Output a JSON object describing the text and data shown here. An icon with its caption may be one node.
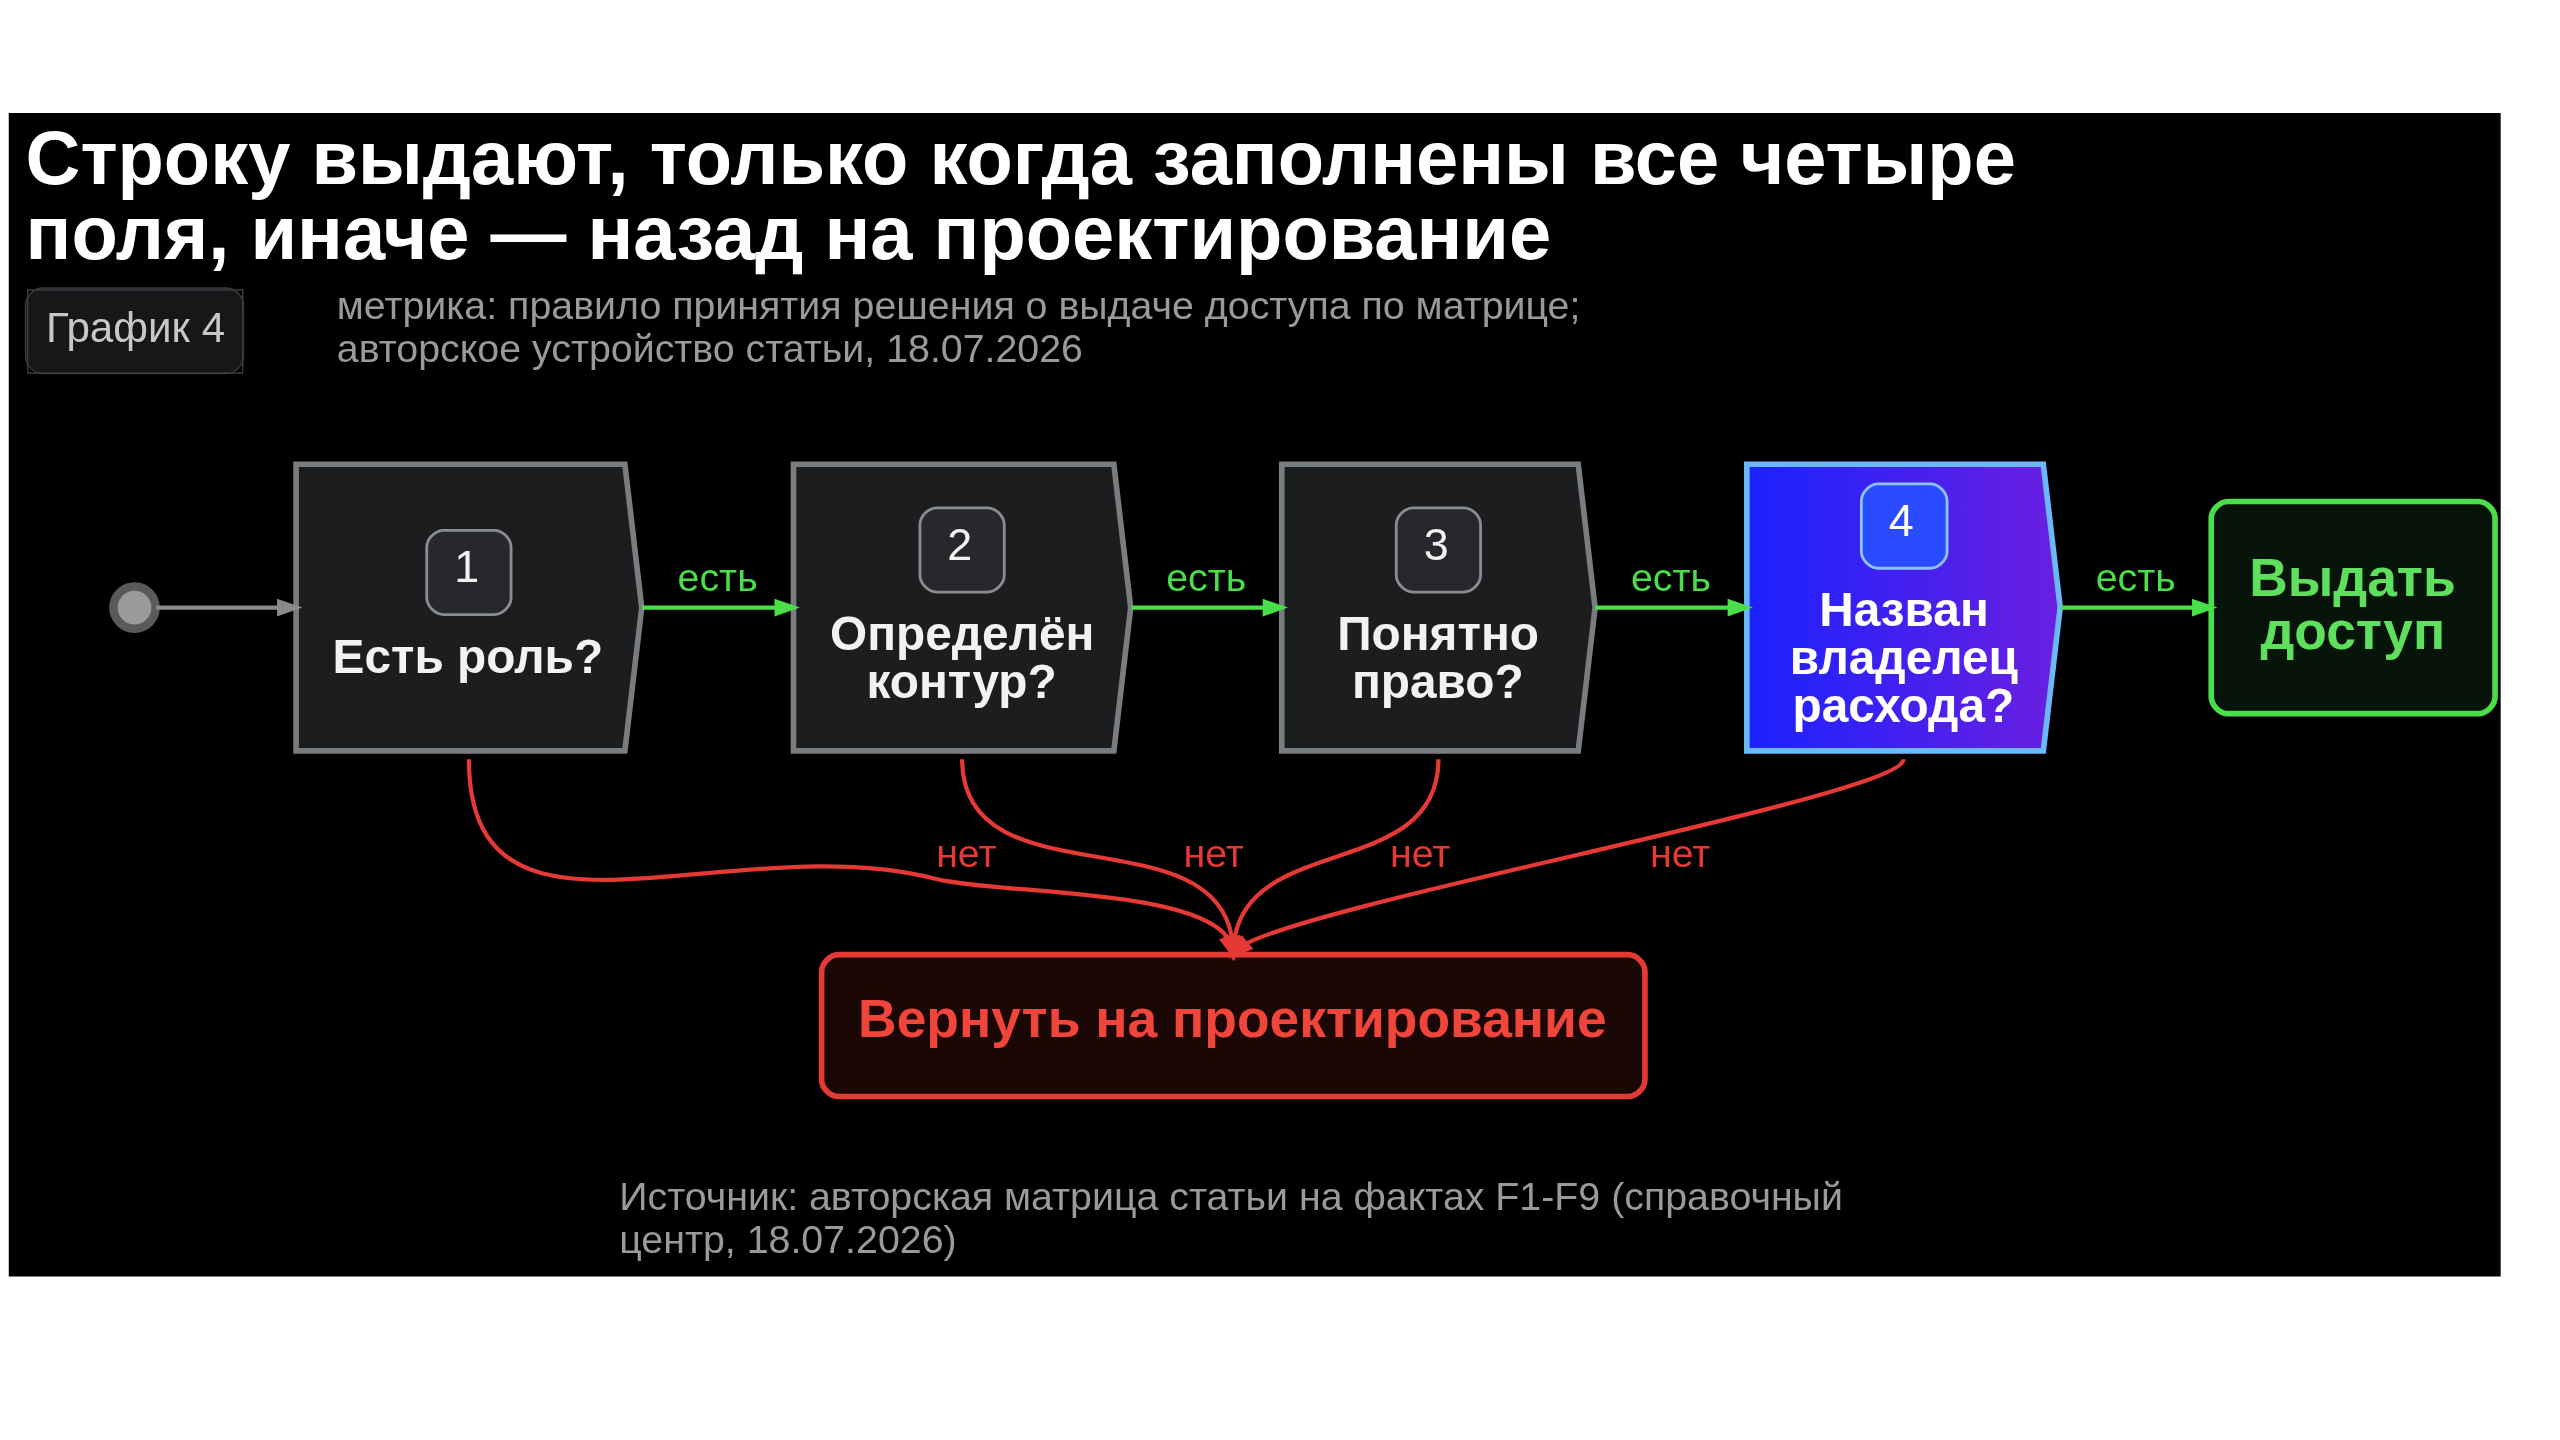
{
  "diagram": {
    "title": "Строку выдают, только когда заполнены все четыре поля, иначе — назад на проектирование",
    "nodes": [
      {
        "text": [],
        "shape": "circle"
      },
      {
        "text": [
          "1",
          "Есть роль?"
        ]
      },
      {
        "text": [
          "2",
          "Определён контур?"
        ]
      },
      {
        "text": [
          "3",
          "Понятно право?"
        ]
      },
      {
        "text": [
          "4",
          "Назван владелец расхода?"
        ]
      },
      {
        "text": [
          "Выдать доступ"
        ]
      },
      {
        "text": [
          "Вернуть на проектирование"
        ]
      }
    ],
    "edges": [
      {
        "from": 0,
        "to": 1,
        "arrow": "to",
        "color": "#8a8a8a"
      },
      {
        "from": 1,
        "to": 2,
        "arrow": "to",
        "label": "есть",
        "color": "#4ade4a"
      },
      {
        "from": 2,
        "to": 3,
        "arrow": "to",
        "label": "есть",
        "color": "#4ade4a"
      },
      {
        "from": 3,
        "to": 4,
        "arrow": "to",
        "label": "есть",
        "color": "#4ade4a"
      },
      {
        "from": 4,
        "to": 5,
        "arrow": "to",
        "label": "есть",
        "color": "#4ade4a"
      },
      {
        "from": 1,
        "to": 6,
        "arrow": "to",
        "label": "нет",
        "color": "#e53935"
      },
      {
        "from": 2,
        "to": 6,
        "arrow": "to",
        "label": "нет",
        "color": "#e53935"
      },
      {
        "from": 3,
        "to": 6,
        "arrow": "to",
        "label": "нет",
        "color": "#e53935"
      },
      {
        "from": 4,
        "to": 6,
        "arrow": "to",
        "label": "нет",
        "color": "#e53935"
      }
    ],
    "labels": [
      "График 4",
      "метрика: правило принятия решения о выдаче доступа по матрице; авторское устройство статьи, 18.07.2026",
      "Источник: авторская матрица статьи на фактах F1-F9 (справочный центр, 18.07.2026)"
    ]
  }
}
